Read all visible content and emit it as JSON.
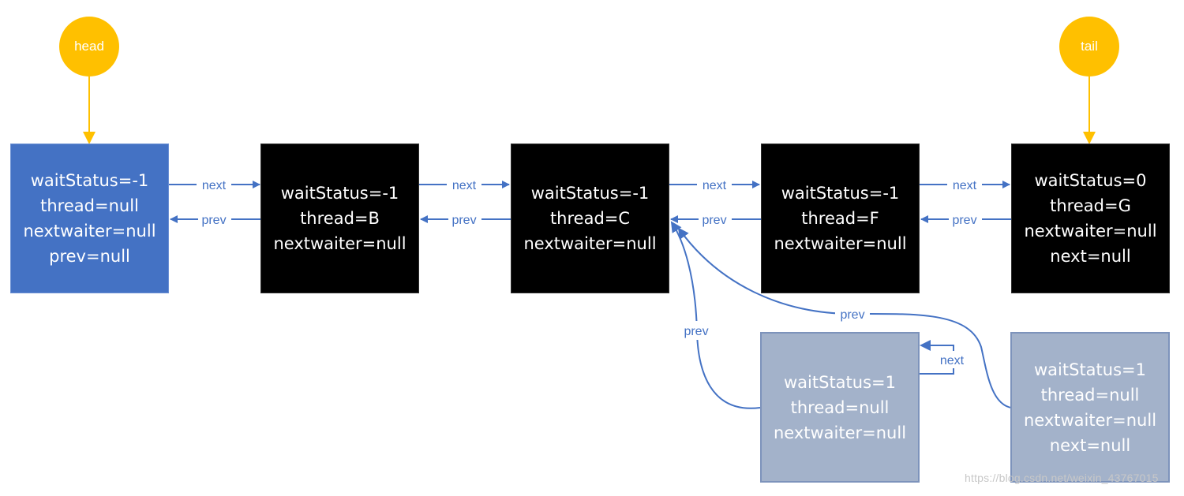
{
  "pointers": {
    "head": "head",
    "tail": "tail"
  },
  "nodes": {
    "head_node": [
      "waitStatus=-1",
      "thread=null",
      "nextwaiter=null",
      "prev=null"
    ],
    "b": [
      "waitStatus=-1",
      "thread=B",
      "nextwaiter=null"
    ],
    "c": [
      "waitStatus=-1",
      "thread=C",
      "nextwaiter=null"
    ],
    "f": [
      "waitStatus=-1",
      "thread=F",
      "nextwaiter=null"
    ],
    "g": [
      "waitStatus=0",
      "thread=G",
      "nextwaiter=null",
      "next=null"
    ],
    "cancelled_1": [
      "waitStatus=1",
      "thread=null",
      "nextwaiter=null"
    ],
    "cancelled_2": [
      "waitStatus=1",
      "thread=null",
      "nextwaiter=null",
      "next=null"
    ]
  },
  "labels": {
    "next": "next",
    "prev": "prev"
  },
  "colors": {
    "arrow": "#4472c4",
    "pointer": "#ffc000",
    "head_node": "#4472c4",
    "active_node": "#000000",
    "cancelled_node": "#a3b2ca"
  },
  "watermark": "https://blog.csdn.net/weixin_43767015"
}
